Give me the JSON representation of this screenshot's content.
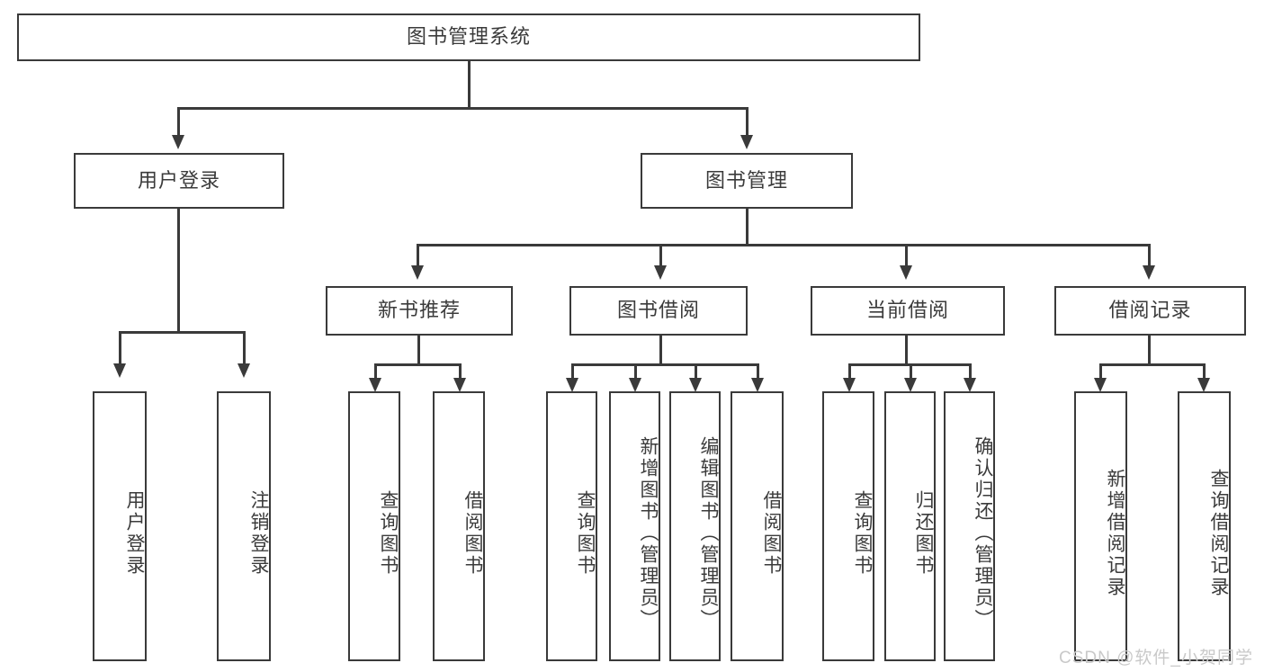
{
  "diagram": {
    "title": "图书管理系统",
    "type": "tree-hierarchy-diagram",
    "colors": {
      "background": "#ffffff",
      "box_border": "#3a3a3a",
      "box_fill": "#ffffff",
      "text": "#3b3b3b",
      "connector": "#3a3a3a",
      "watermark": "#c9c9c9"
    }
  },
  "root": {
    "label": "图书管理系统"
  },
  "level2": [
    {
      "label": "用户登录"
    },
    {
      "label": "图书管理"
    }
  ],
  "level3": [
    {
      "label": "新书推荐"
    },
    {
      "label": "图书借阅"
    },
    {
      "label": "当前借阅"
    },
    {
      "label": "借阅记录"
    }
  ],
  "leaves": {
    "user_login": [
      {
        "label": "用户登录"
      },
      {
        "label": "注销登录"
      }
    ],
    "new_book_recommend": [
      {
        "label": "查询图书"
      },
      {
        "label": "借阅图书"
      }
    ],
    "book_borrow": [
      {
        "label": "查询图书"
      },
      {
        "label": "新增图书（管理员）"
      },
      {
        "label": "编辑图书（管理员）"
      },
      {
        "label": "借阅图书"
      }
    ],
    "current_borrow": [
      {
        "label": "查询图书"
      },
      {
        "label": "归还图书"
      },
      {
        "label": "确认归还（管理员）"
      }
    ],
    "borrow_record": [
      {
        "label": "新增借阅记录"
      },
      {
        "label": "查询借阅记录"
      }
    ]
  },
  "watermark": {
    "text": "CSDN @软件_小贺同学"
  }
}
